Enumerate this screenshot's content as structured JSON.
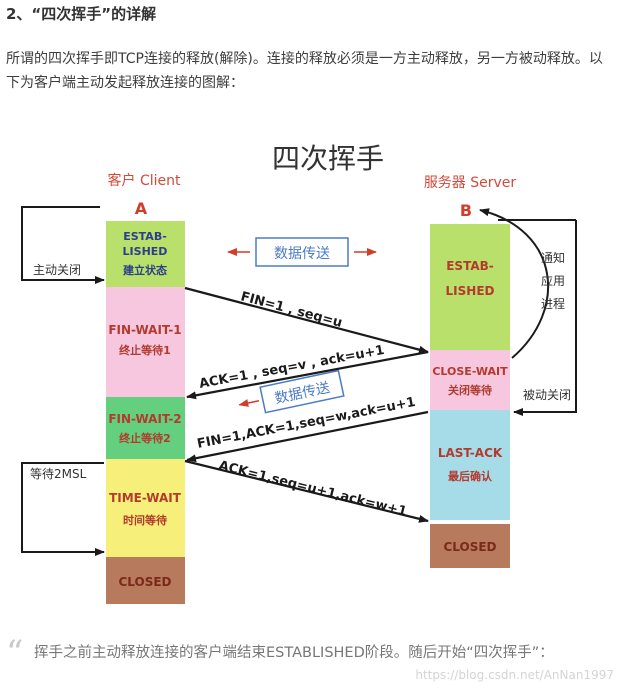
{
  "article": {
    "heading": "2、“四次挥手”的详解",
    "intro": "所谓的四次挥手即TCP连接的释放(解除)。连接的释放必须是一方主动释放，另一方被动释放。以下为客户端主动发起释放连接的图解：",
    "quote": "挥手之前主动释放连接的客户端结束ESTABLISHED阶段。随后开始“四次挥手”：",
    "quote_mark": "“",
    "watermark": "https://blog.csdn.net/AnNan1997"
  },
  "diagram": {
    "title": "四次挥手",
    "client_label": "客户 Client",
    "server_label": "服务器 Server",
    "client_letter": "A",
    "server_letter": "B",
    "client_states": [
      {
        "line1": "ESTAB-",
        "line2": "LISHED",
        "line3": "建立状态",
        "color": "#b8e06a"
      },
      {
        "line1": "FIN-WAIT-1",
        "line2": "终止等待1",
        "color": "#f7c6df"
      },
      {
        "line1": "FIN-WAIT-2",
        "line2": "终止等待2",
        "color": "#63cf7f"
      },
      {
        "line1": "TIME-WAIT",
        "line2": "时间等待",
        "color": "#f6f07a"
      },
      {
        "line1": "CLOSED",
        "color": "#b87a5c"
      }
    ],
    "server_states": [
      {
        "line1": "ESTAB-",
        "line2": "LISHED",
        "color": "#b8e06a"
      },
      {
        "line1": "CLOSE-WAIT",
        "line2": "关闭等待",
        "color": "#f7c6df"
      },
      {
        "line1": "LAST-ACK",
        "line2": "最后确认",
        "color": "#a6dbe8"
      },
      {
        "line1": "CLOSED",
        "color": "#b87a5c"
      }
    ],
    "messages": {
      "fin1": "FIN=1 , seq=u",
      "ack1": "ACK=1 , seq=v , ack=u+1",
      "fin2": "FIN=1,ACK=1,seq=w,ack=u+1",
      "ack2": "ACK=1,seq=u+1,ack=w+1"
    },
    "data_transfer_1": "数据传送",
    "data_transfer_2": "数据传送",
    "active_close": "主动关闭",
    "passive_close": "被动关闭",
    "notify_app_1": "通知",
    "notify_app_2": "应用",
    "notify_app_3": "进程",
    "wait_2msl": "等待2MSL",
    "colors": {
      "arrow": "#1a1a1a",
      "letter": "#d23c2a",
      "label_red": "#d04a3a",
      "box_blue": "#4a7bc8"
    }
  }
}
